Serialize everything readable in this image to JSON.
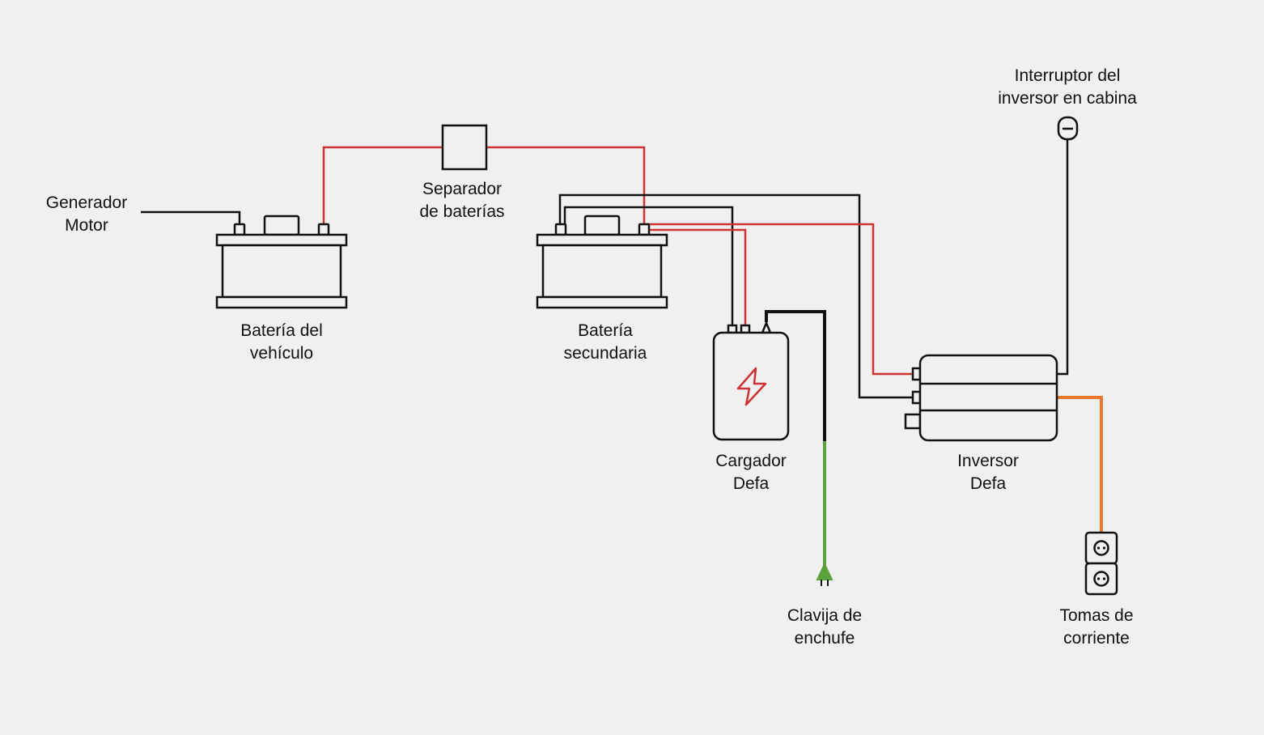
{
  "colors": {
    "background": "#f0f0f0",
    "black_wire": "#111111",
    "red_wire": "#cc3333",
    "green_wire": "#5aa33c",
    "orange_wire": "#e8782e",
    "lightning": "#cc3333"
  },
  "labels": {
    "generator": [
      "Generador",
      "Motor"
    ],
    "vehicle_battery": [
      "Batería del",
      "vehículo"
    ],
    "separator": [
      "Separador",
      "de baterías"
    ],
    "secondary_battery": [
      "Batería",
      "secundaria"
    ],
    "charger": [
      "Cargador",
      "Defa"
    ],
    "plug": [
      "Clavija de",
      "enchufe"
    ],
    "inverter": [
      "Inversor",
      "Defa"
    ],
    "cab_switch": [
      "Interruptor del",
      "inversor en cabina"
    ],
    "outlets": [
      "Tomas de",
      "corriente"
    ]
  },
  "icons": {
    "charger_symbol": "lightning-bolt-icon",
    "switch_symbol": "minus-switch-icon",
    "outlet_symbol": "socket-outlet-icon",
    "plug_symbol": "plug-icon"
  }
}
